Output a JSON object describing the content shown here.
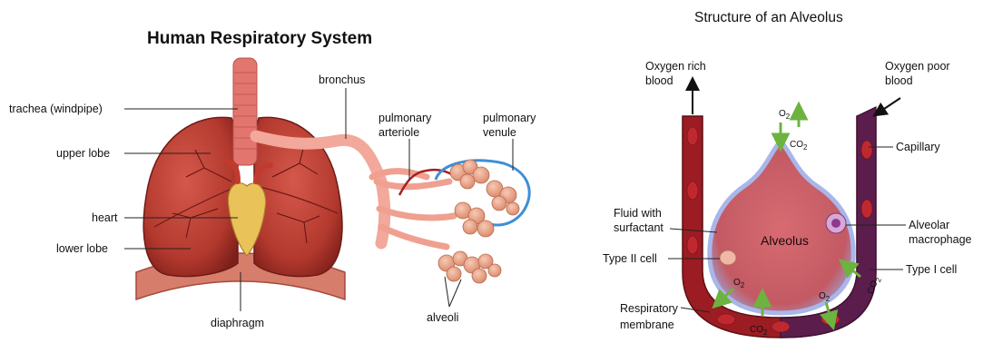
{
  "left_diagram": {
    "title": "Human Respiratory System",
    "labels": {
      "trachea": "trachea (windpipe)",
      "upper_lobe": "upper lobe",
      "heart": "heart",
      "lower_lobe": "lower lobe",
      "diaphragm": "diaphragm",
      "bronchus": "bronchus",
      "pulmonary_arteriole_1": "pulmonary",
      "pulmonary_arteriole_2": "arteriole",
      "pulmonary_venule_1": "pulmonary",
      "pulmonary_venule_2": "venule",
      "alveoli": "alveoli"
    }
  },
  "right_diagram": {
    "title": "Structure of an Alveolus",
    "labels": {
      "oxygen_rich_1": "Oxygen rich",
      "oxygen_rich_2": "blood",
      "oxygen_poor_1": "Oxygen poor",
      "oxygen_poor_2": "blood",
      "capillary": "Capillary",
      "fluid_1": "Fluid with",
      "fluid_2": "surfactant",
      "alveolus": "Alveolus",
      "macrophage_1": "Alveolar",
      "macrophage_2": "macrophage",
      "type2": "Type II cell",
      "type1": "Type I cell",
      "resp_membrane_1": "Respiratory",
      "resp_membrane_2": "membrane",
      "o2": "O",
      "o2_sub": "2",
      "co2": "CO",
      "co2_sub": "2"
    }
  },
  "colors": {
    "lung": "#b3392e",
    "lung_dark": "#7e1f1a",
    "trachea": "#e2766f",
    "heart": "#e9c25a",
    "artery_blood": "#9b1c23",
    "vein_blood": "#5a1d4c",
    "alveolus_fill": "#c35a63",
    "venule": "#3d8fd6",
    "arrow_green": "#6db33f"
  }
}
